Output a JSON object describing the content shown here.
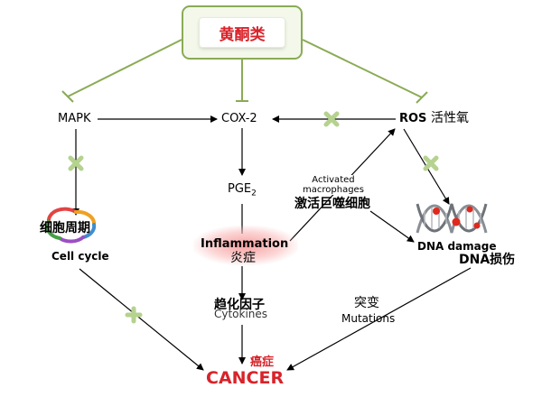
{
  "flavonoids": "黄酮类",
  "nodes": {
    "mapk": "MAPK",
    "cox2": "COX-2",
    "ros": "ROS",
    "ros_zh": "活性氧",
    "pge2": "PGE",
    "pge2_sub": "2",
    "activated_macrophages": "Activated\nmacrophages",
    "activated_macrophages_zh": "激活巨噬细胞",
    "cell_cycle_zh": "细胞周期",
    "cell_cycle": "Cell cycle",
    "inflammation": "Inflammation",
    "inflammation_zh": "炎症",
    "dna_damage": "DNA damage",
    "dna_damage_zh": "DNA损伤",
    "cytokines_zh": "趋化因子",
    "cytokines": "Cytokines",
    "mutations_zh": "突变",
    "mutations": "Mutations",
    "cancer_zh": "癌症",
    "cancer": "CANCER"
  },
  "colors": {
    "green_line": "#8aab55",
    "green_marker": "#b5d28f",
    "cancer_red": "#d8232a",
    "arrow": "#000000"
  }
}
